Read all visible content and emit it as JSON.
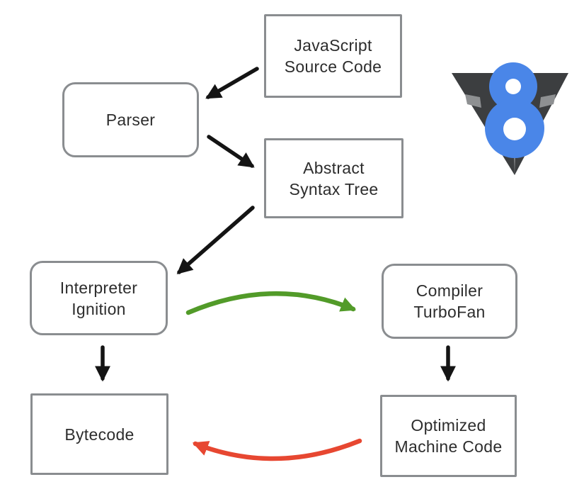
{
  "diagram": {
    "name": "V8 JavaScript engine pipeline",
    "background": "#ffffff"
  },
  "nodes": {
    "js_source": {
      "label": "JavaScript\nSource Code",
      "shape": "rectangle"
    },
    "parser": {
      "label": "Parser",
      "shape": "rounded"
    },
    "ast": {
      "label": "Abstract\nSyntax Tree",
      "shape": "rectangle"
    },
    "interpreter": {
      "label": "Interpreter\nIgnition",
      "shape": "rounded"
    },
    "compiler": {
      "label": "Compiler\nTurboFan",
      "shape": "rounded"
    },
    "bytecode": {
      "label": "Bytecode",
      "shape": "rectangle"
    },
    "optimized": {
      "label": "Optimized\nMachine Code",
      "shape": "rectangle"
    }
  },
  "edges": [
    {
      "from": "js_source",
      "to": "parser",
      "color": "#141414",
      "style": "straight"
    },
    {
      "from": "parser",
      "to": "ast",
      "color": "#141414",
      "style": "straight"
    },
    {
      "from": "ast",
      "to": "interpreter",
      "color": "#141414",
      "style": "straight"
    },
    {
      "from": "interpreter",
      "to": "bytecode",
      "color": "#141414",
      "style": "straight"
    },
    {
      "from": "compiler",
      "to": "optimized",
      "color": "#141414",
      "style": "straight"
    },
    {
      "from": "interpreter",
      "to": "compiler",
      "color": "#529b29",
      "style": "curved-up"
    },
    {
      "from": "optimized",
      "to": "bytecode",
      "color": "#e74731",
      "style": "curved-down"
    }
  ],
  "colors": {
    "box_border": "#8a8d90",
    "box_text": "#2d2d2d",
    "arrow_black": "#141414",
    "arrow_green": "#529b29",
    "arrow_red": "#e74731",
    "logo_blue": "#4a86e8",
    "logo_dark": "#3c3e40",
    "logo_light": "#8e9092",
    "logo_hole": "#ffffff"
  },
  "logo": {
    "name": "v8-logo",
    "alt": "V8"
  }
}
